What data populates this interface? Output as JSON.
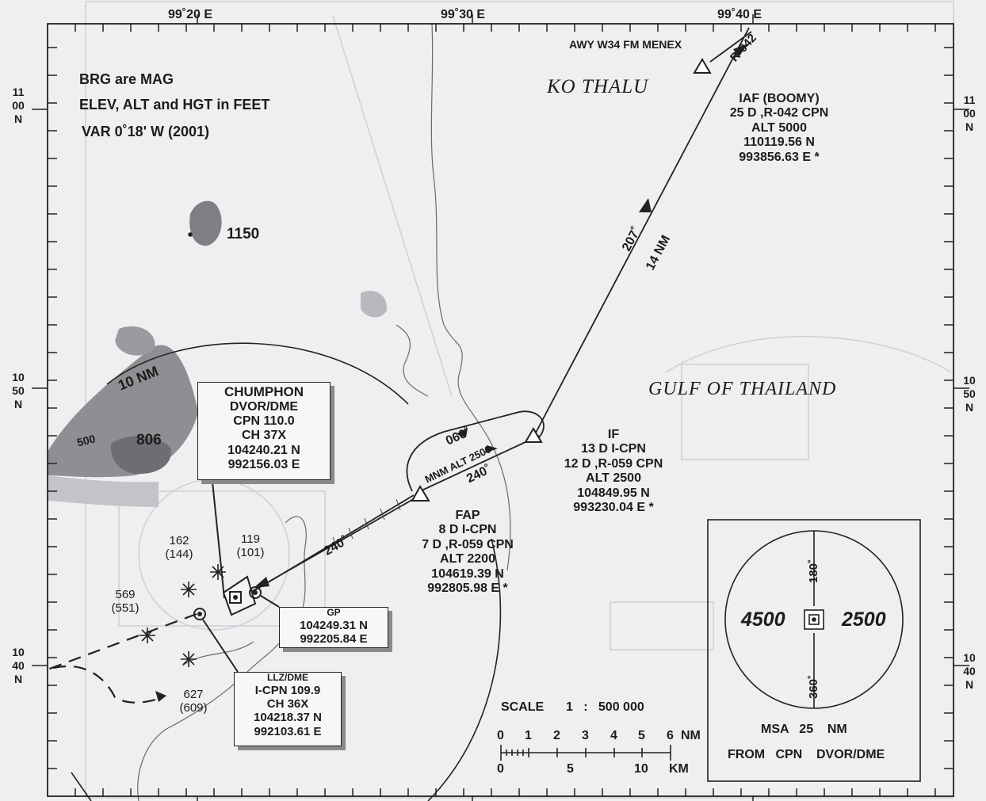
{
  "notes": [
    "BRG are MAG",
    "ELEV, ALT and HGT in FEET",
    "VAR 0˚18' W (2001)"
  ],
  "lon_top": [
    "99˚20 E",
    "99˚30 E",
    "99˚40 E"
  ],
  "lat_left": [
    {
      "deg": "11",
      "min": "00",
      "hem": "N"
    },
    {
      "deg": "10",
      "min": "50",
      "hem": "N"
    },
    {
      "deg": "10",
      "min": "40",
      "hem": "N"
    }
  ],
  "lat_right": [
    {
      "deg": "11",
      "min": "00",
      "hem": "N"
    },
    {
      "deg": "10",
      "min": "50",
      "hem": "N"
    },
    {
      "deg": "10",
      "min": "40",
      "hem": "N"
    }
  ],
  "places": {
    "island": "KO THALU",
    "gulf": "GULF OF THAILAND"
  },
  "airway": "AWY W34 FM MENEX",
  "radial_042": "R-042",
  "iaf": [
    "IAF (BOOMY)",
    "25 D ,R-042 CPN",
    "ALT 5000",
    "110119.56  N",
    "993856.63  E *"
  ],
  "leg_course": "207˚",
  "leg_dist": "14 NM",
  "if_fix": [
    "IF",
    "13 D I-CPN",
    "12 D ,R-059 CPN",
    "ALT 2500",
    "104849.95  N",
    "993230.04  E *"
  ],
  "holding": {
    "out": "060˚",
    "in": "240˚",
    "min_alt": "MNM ALT 2500"
  },
  "fap": [
    "FAP",
    "8 D I-CPN",
    "7 D ,R-059 CPN",
    "ALT 2200",
    "104619.39  N",
    "992805.98  E *"
  ],
  "final_course": "240˚",
  "arc_label": "10 NM",
  "vor": [
    "CHUMPHON",
    "DVOR/DME",
    "CPN  110.0",
    "CH  37X",
    "104240.21  N",
    "992156.03  E"
  ],
  "gp": [
    "GP",
    "104249.31  N",
    "992205.84  E"
  ],
  "llz": [
    "LLZ/DME",
    "I-CPN 109.9",
    "CH 36X",
    "104218.37  N",
    "992103.61  E"
  ],
  "elevations": [
    {
      "v": "1150"
    },
    {
      "v": "500"
    },
    {
      "v": "806"
    },
    {
      "v": "162",
      "p": "(144)"
    },
    {
      "v": "119",
      "p": "(101)"
    },
    {
      "v": "569",
      "p": "(551)"
    },
    {
      "v": "627",
      "p": "(609)"
    }
  ],
  "scale": {
    "title": "SCALE",
    "ratio": "1   :   500 000",
    "nm_ticks": [
      "0",
      "1",
      "2",
      "3",
      "4",
      "5",
      "6"
    ],
    "nm_unit": "NM",
    "km_ticks": [
      "0",
      "5",
      "10"
    ],
    "km_unit": "KM"
  },
  "msa": {
    "west_alt": "4500",
    "east_alt": "2500",
    "brg_top": "180˚",
    "brg_bottom": "360˚",
    "caption1": "MSA   25    NM",
    "caption2": "FROM   CPN    DVOR/DME"
  }
}
